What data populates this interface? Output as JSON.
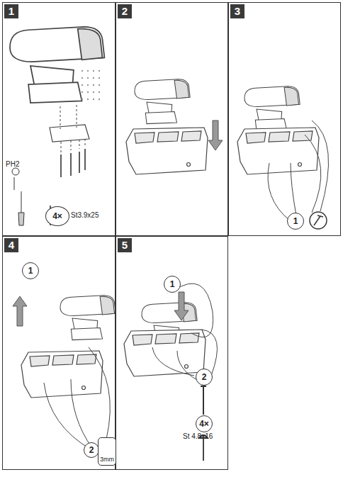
{
  "diagram": {
    "nodes": [
      {
        "text": [
          "1"
        ]
      },
      {
        "text": [
          "4×"
        ],
        "in": 0
      },
      {
        "text": [
          "2"
        ]
      },
      {
        "text": [
          "3"
        ]
      },
      {
        "text": [
          "1"
        ],
        "in": 3
      },
      {
        "text": [
          "4"
        ]
      },
      {
        "text": [
          "1"
        ],
        "in": 5
      },
      {
        "text": [
          "2"
        ],
        "in": 5
      },
      {
        "text": [
          "3mm"
        ],
        "in": 5
      },
      {
        "text": [
          "5"
        ]
      },
      {
        "text": [
          "1"
        ],
        "in": 9
      },
      {
        "text": [
          "2"
        ],
        "in": 9
      },
      {
        "text": [
          "4×"
        ],
        "in": 9
      }
    ],
    "labels": [
      "PH2",
      "St3.9x25",
      "St 4.8x16"
    ]
  }
}
